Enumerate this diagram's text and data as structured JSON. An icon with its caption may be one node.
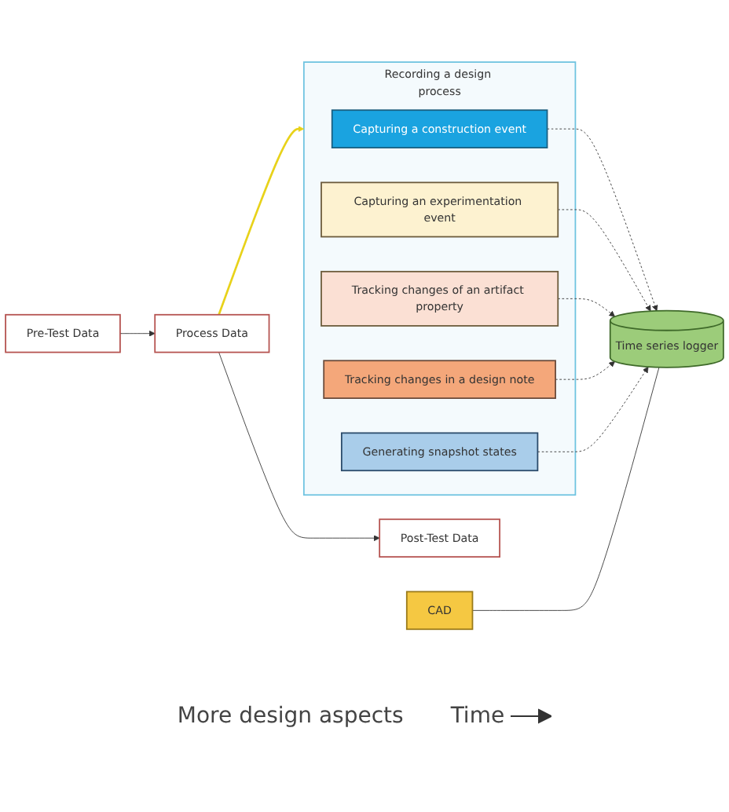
{
  "diagram": {
    "nodes": [
      {
        "text": [
          "Pre-Test Data"
        ]
      },
      {
        "text": [
          "Process Data"
        ]
      },
      {
        "text": [
          "Post-Test Data"
        ]
      },
      {
        "text": [
          "Recording a design process"
        ]
      },
      {
        "text": [
          "Capturing a construction event"
        ],
        "in": 3
      },
      {
        "text": [
          "Capturing an experimentation event"
        ],
        "in": 3
      },
      {
        "text": [
          "Tracking changes of an artifact property"
        ],
        "in": 3
      },
      {
        "text": [
          "Tracking changes in a design note"
        ],
        "in": 3
      },
      {
        "text": [
          "Generating snapshot states"
        ],
        "in": 3
      },
      {
        "text": [
          "Time series logger"
        ]
      },
      {
        "text": [
          "CAD"
        ]
      }
    ],
    "edges": [
      {
        "from": 0,
        "to": 1,
        "arrow": "to"
      },
      {
        "from": 1,
        "to": 2,
        "arrow": "to"
      },
      {
        "from": 1,
        "to": 3,
        "arrow": "to",
        "color": "#e8d21a"
      },
      {
        "from": 4,
        "to": 9,
        "arrow": "to",
        "style": "dashed"
      },
      {
        "from": 5,
        "to": 9,
        "arrow": "to",
        "style": "dashed"
      },
      {
        "from": 6,
        "to": 9,
        "arrow": "to",
        "style": "dashed"
      },
      {
        "from": 7,
        "to": 9,
        "arrow": "to",
        "style": "dashed"
      },
      {
        "from": 8,
        "to": 9,
        "arrow": "to",
        "style": "dashed"
      },
      {
        "from": 10,
        "to": 9,
        "arrow": "none"
      }
    ],
    "labels": [
      "More design aspects",
      "Time"
    ]
  }
}
